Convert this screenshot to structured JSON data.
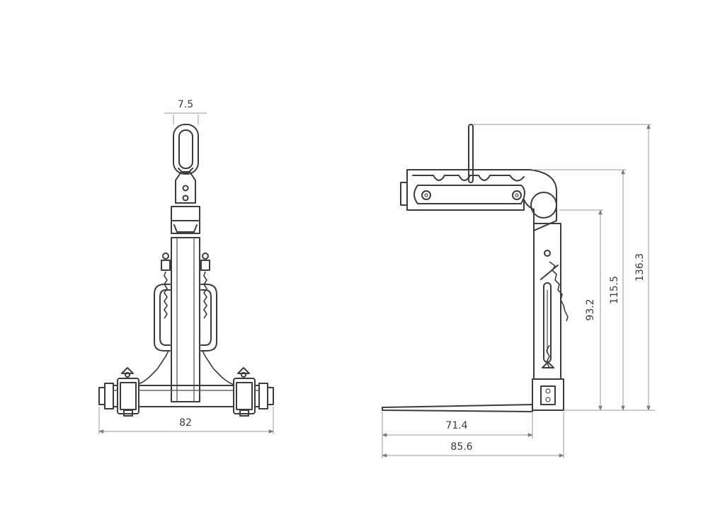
{
  "front_view": {
    "top_width_label": "7.5",
    "base_width_label": "82"
  },
  "side_view": {
    "fork_length_label": "71.4",
    "total_length_label": "85.6",
    "inner_height_label": "93.2",
    "mid_height_label": "115.5",
    "total_height_label": "136.3"
  }
}
